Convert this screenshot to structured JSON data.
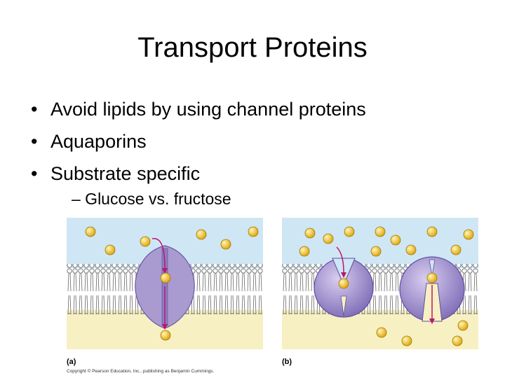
{
  "slide": {
    "title": "Transport Proteins",
    "bullets": [
      "Avoid lipids by using channel proteins",
      "Aquaporins",
      "Substrate specific"
    ],
    "sub_bullet": "– Glucose vs. fructose",
    "bullet_glyph": "•"
  },
  "figure": {
    "panel_a_label": "(a)",
    "panel_b_label": "(b)",
    "copyright": "Copyright © Pearson Education, Inc., publishing as Benjamin Cummings.",
    "colors": {
      "extracellular": "#cfe6f5",
      "cytoplasm": "#f7f0c2",
      "protein": "#a99bd0",
      "protein_edge": "#6a5aa5",
      "solute": "#f2c62e",
      "arrow": "#c0136b"
    }
  }
}
